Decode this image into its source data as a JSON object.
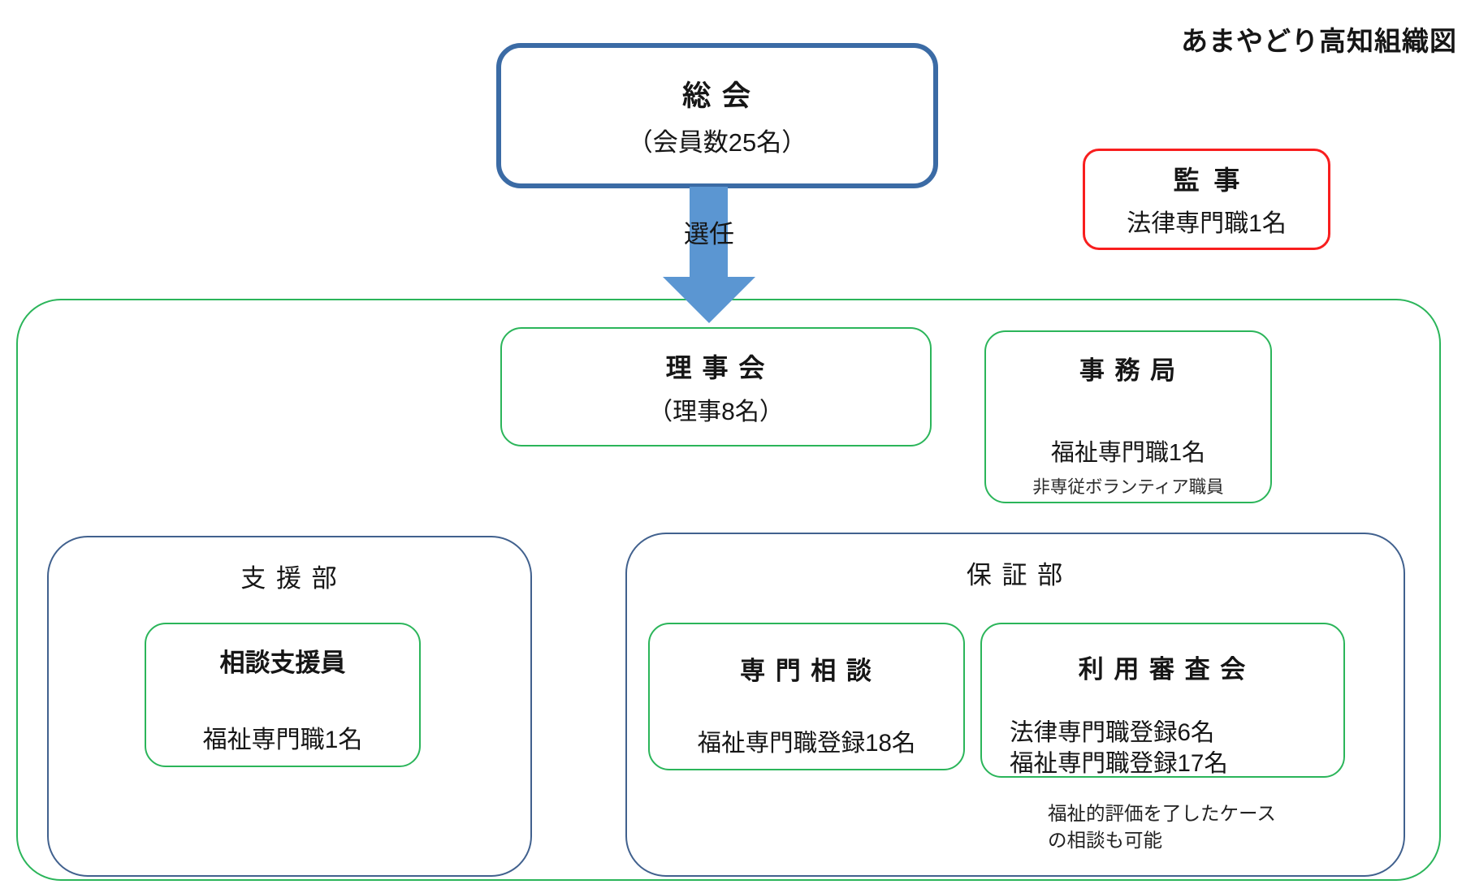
{
  "title": "あまやどり高知組織図",
  "colors": {
    "outer_green": "#2bb55a",
    "navy_blue": "#41618e",
    "box_blue": "#3b6ba5",
    "arrow_blue": "#5b96d2",
    "audit_red": "#f81e1e",
    "text": "#161616"
  },
  "nodes": {
    "soukai": {
      "title": "総 会",
      "subtitle": "（会員数25名）"
    },
    "arrow_label": "選任",
    "kanji": {
      "title": "監  事",
      "line1": "法律専門職1名"
    },
    "rijikai": {
      "title": "理 事 会",
      "subtitle": "（理事8名）"
    },
    "jimukyoku": {
      "title": "事 務 局",
      "line1": "福祉専門職1名",
      "line2": "非専従ボランティア職員"
    },
    "shienbu": {
      "title": "支 援 部",
      "soudan": {
        "title": "相談支援員",
        "line1": "福祉専門職1名"
      }
    },
    "hoshoubu": {
      "title": "保 証 部",
      "senmon": {
        "title": "専 門 相 談",
        "line1": "福祉専門職登録18名"
      },
      "riyou": {
        "title": "利 用 審 査 会",
        "line1": "法律専門職登録6名",
        "line2": "福祉専門職登録17名"
      },
      "note_line1": "福祉的評価を了したケース",
      "note_line2": "の相談も可能"
    }
  }
}
